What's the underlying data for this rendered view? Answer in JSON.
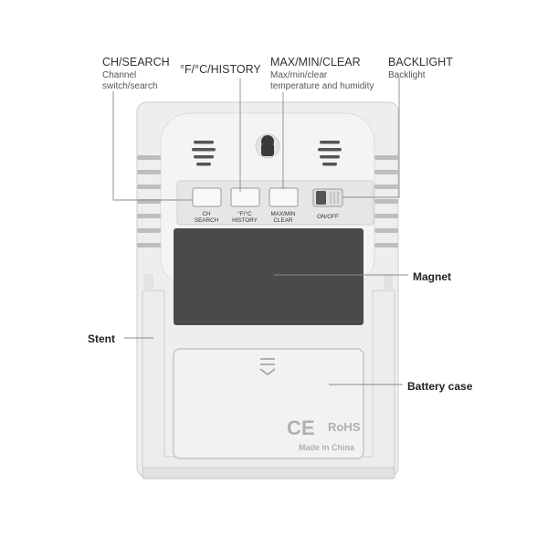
{
  "callouts": {
    "ch_search": {
      "title": "CH/SEARCH",
      "desc_line1": "Channel",
      "desc_line2": "switch/search"
    },
    "unit_history": {
      "title": "°F/°C/HISTORY"
    },
    "max_min_clear": {
      "title": "MAX/MIN/CLEAR",
      "desc_line1": "Max/min/clear",
      "desc_line2": "temperature and humidity"
    },
    "backlight": {
      "title": "BACKLIGHT",
      "desc_line1": "Backlight"
    },
    "magnet": "Magnet",
    "stent": "Stent",
    "battery_case": "Battery case"
  },
  "device": {
    "buttons": [
      {
        "line1": "CH",
        "line2": "SEARCH"
      },
      {
        "line1": "°F/°C",
        "line2": "HISTORY"
      },
      {
        "line1": "MAX/MIN",
        "line2": "CLEAR"
      }
    ],
    "switch_label": "ON/OFF",
    "ce_mark": "CE",
    "rohs_mark": "RoHS",
    "made_in": "Made in China"
  },
  "colors": {
    "body": "#eeeeee",
    "body_edge": "#d4d4d4",
    "magnet": "#4a4a4a",
    "leader": "#8a8a8a"
  }
}
